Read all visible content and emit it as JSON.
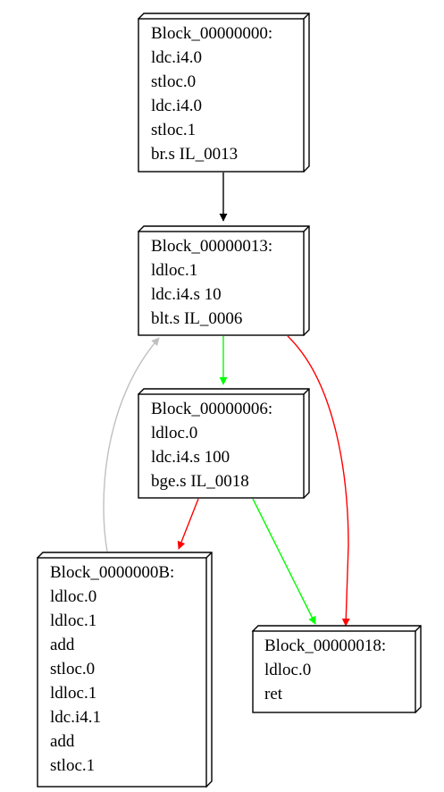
{
  "colors": {
    "default_edge": "#000000",
    "true_branch": "#00ff00",
    "false_branch": "#ff0000",
    "back_edge": "#c0c0c0"
  },
  "blocks": [
    {
      "id": "b0",
      "label": "Block_00000000:",
      "lines": [
        "ldc.i4.0",
        "stloc.0",
        "ldc.i4.0",
        "stloc.1",
        "br.s IL_0013"
      ]
    },
    {
      "id": "b13",
      "label": "Block_00000013:",
      "lines": [
        "ldloc.1",
        "ldc.i4.s 10",
        "blt.s IL_0006"
      ]
    },
    {
      "id": "b6",
      "label": "Block_00000006:",
      "lines": [
        "ldloc.0",
        "ldc.i4.s 100",
        "bge.s IL_0018"
      ]
    },
    {
      "id": "bB",
      "label": "Block_0000000B:",
      "lines": [
        "ldloc.0",
        "ldloc.1",
        "add",
        "stloc.0",
        "ldloc.1",
        "ldc.i4.1",
        "add",
        "stloc.1"
      ]
    },
    {
      "id": "b18",
      "label": "Block_00000018:",
      "lines": [
        "ldloc.0",
        "ret"
      ]
    }
  ],
  "edges": [
    {
      "from": "b0",
      "to": "b13",
      "color_key": "default_edge"
    },
    {
      "from": "b13",
      "to": "b6",
      "color_key": "true_branch"
    },
    {
      "from": "b13",
      "to": "b18",
      "color_key": "false_branch"
    },
    {
      "from": "b6",
      "to": "bB",
      "color_key": "false_branch"
    },
    {
      "from": "b6",
      "to": "b18",
      "color_key": "true_branch"
    },
    {
      "from": "bB",
      "to": "b13",
      "color_key": "back_edge"
    }
  ]
}
